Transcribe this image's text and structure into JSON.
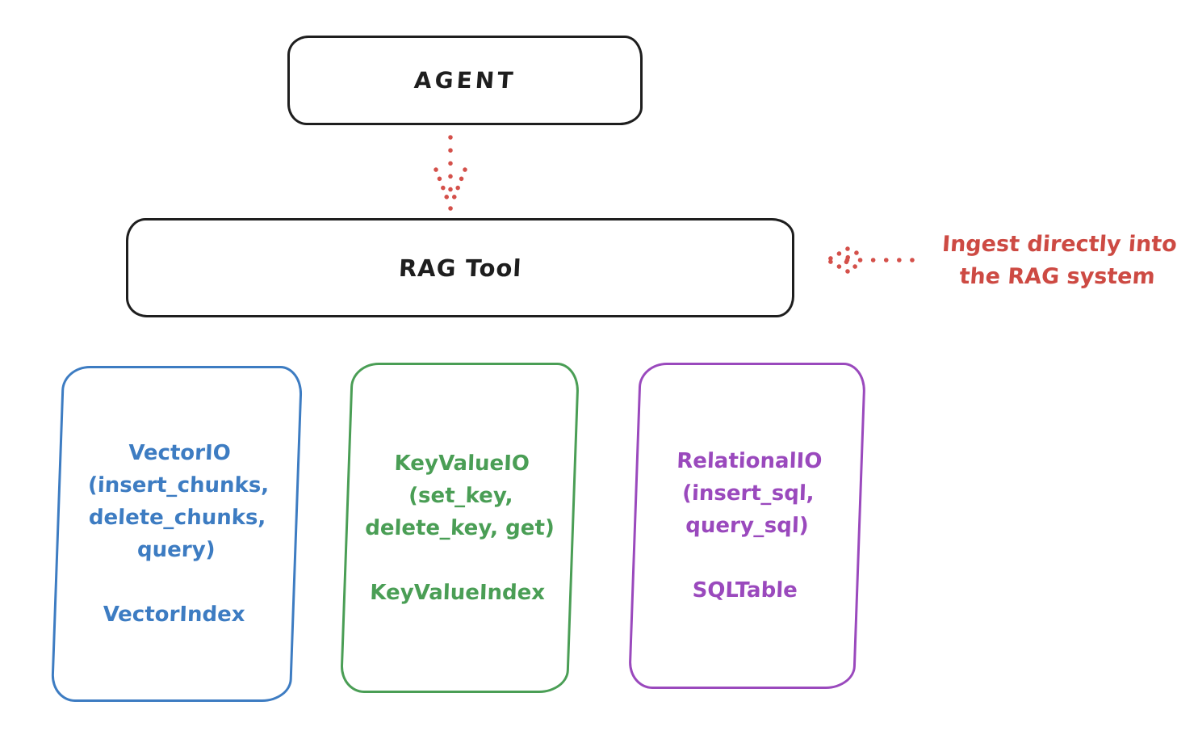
{
  "diagram": {
    "agent": {
      "label": "AGENT"
    },
    "rag_tool": {
      "label": "RAG Tool"
    },
    "annotation": {
      "line1": "Ingest directly into",
      "line2": "the RAG system"
    },
    "arrows": [
      {
        "name": "agent-to-rag-dotted-down-arrow",
        "style": "dotted",
        "color": "#d4504a"
      },
      {
        "name": "ingest-dotted-left-arrow",
        "style": "dotted",
        "color": "#d4504a"
      }
    ],
    "io_boxes": [
      {
        "id": "vector-io",
        "color": "#3d7cc2",
        "title_lines": [
          "VectorIO",
          "(insert_chunks,",
          "delete_chunks,",
          "query)"
        ],
        "index_label": "VectorIndex"
      },
      {
        "id": "keyvalue-io",
        "color": "#4a9e55",
        "title_lines": [
          "KeyValueIO",
          "(set_key,",
          "delete_key, get)"
        ],
        "index_label": "KeyValueIndex"
      },
      {
        "id": "relational-io",
        "color": "#9a49bd",
        "title_lines": [
          "RelationalIO",
          "(insert_sql,",
          "query_sql)"
        ],
        "index_label": "SQLTable"
      }
    ],
    "colors": {
      "node_stroke": "#1e1e1e",
      "annotation_red": "#cd4a43",
      "vector_blue": "#3d7cc2",
      "keyvalue_green": "#4a9e55",
      "relational_purple": "#9a49bd",
      "background": "#ffffff"
    }
  }
}
